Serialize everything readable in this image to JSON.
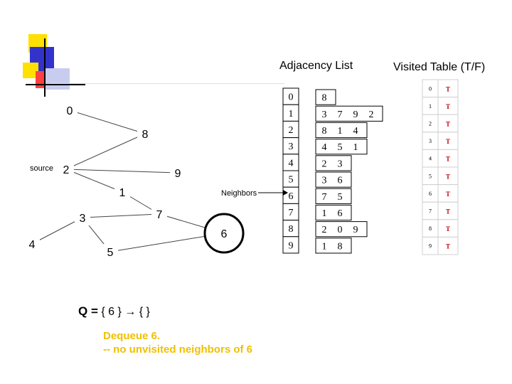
{
  "titles": {
    "adjacency": "Adjacency List",
    "visited": "Visited Table (T/F)"
  },
  "graph": {
    "nodes": [
      {
        "id": "0",
        "label": "0"
      },
      {
        "id": "8",
        "label": "8"
      },
      {
        "id": "2",
        "label": "2"
      },
      {
        "id": "9",
        "label": "9"
      },
      {
        "id": "1",
        "label": "1"
      },
      {
        "id": "3",
        "label": "3"
      },
      {
        "id": "7",
        "label": "7"
      },
      {
        "id": "4",
        "label": "4"
      },
      {
        "id": "5",
        "label": "5"
      },
      {
        "id": "6",
        "label": "6"
      }
    ],
    "edges": [
      [
        "0",
        "8"
      ],
      [
        "8",
        "2"
      ],
      [
        "2",
        "9"
      ],
      [
        "2",
        "1"
      ],
      [
        "1",
        "7"
      ],
      [
        "3",
        "7"
      ],
      [
        "7",
        "6"
      ],
      [
        "5",
        "6"
      ],
      [
        "3",
        "4"
      ],
      [
        "3",
        "5"
      ]
    ],
    "source_label": "source",
    "highlighted_node": "6",
    "neighbors_label": "Neighbors"
  },
  "adjacency_list": {
    "rows": [
      {
        "index": "0",
        "neighbors": [
          "8"
        ]
      },
      {
        "index": "1",
        "neighbors": [
          "3",
          "7",
          "9",
          "2"
        ]
      },
      {
        "index": "2",
        "neighbors": [
          "8",
          "1",
          "4"
        ]
      },
      {
        "index": "3",
        "neighbors": [
          "4",
          "5",
          "1"
        ]
      },
      {
        "index": "4",
        "neighbors": [
          "2",
          "3"
        ]
      },
      {
        "index": "5",
        "neighbors": [
          "3",
          "6"
        ]
      },
      {
        "index": "6",
        "neighbors": [
          "7",
          "5"
        ]
      },
      {
        "index": "7",
        "neighbors": [
          "1",
          "6"
        ]
      },
      {
        "index": "8",
        "neighbors": [
          "2",
          "0",
          "9"
        ]
      },
      {
        "index": "9",
        "neighbors": [
          "1",
          "8"
        ]
      }
    ]
  },
  "visited_table": {
    "rows": [
      {
        "index": "0",
        "value": "T"
      },
      {
        "index": "1",
        "value": "T"
      },
      {
        "index": "2",
        "value": "T"
      },
      {
        "index": "3",
        "value": "T"
      },
      {
        "index": "4",
        "value": "T"
      },
      {
        "index": "5",
        "value": "T"
      },
      {
        "index": "6",
        "value": "T"
      },
      {
        "index": "7",
        "value": "T"
      },
      {
        "index": "8",
        "value": "T"
      },
      {
        "index": "9",
        "value": "T"
      }
    ]
  },
  "queue": {
    "label": "Q =",
    "before": "{ 6 }",
    "arrow": "→",
    "after": "{  }"
  },
  "note": {
    "line1": "Dequeue 6.",
    "line2": "-- no unvisited neighbors of 6"
  },
  "colors": {
    "deco_blue": "#3333cc",
    "deco_yellow": "#ffe000",
    "deco_red": "#ff2020",
    "note": "#f0c000",
    "visited_value": "#c00000",
    "highlight_ring": "#000000"
  }
}
